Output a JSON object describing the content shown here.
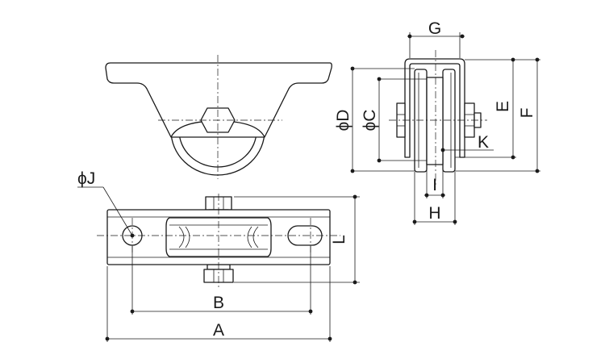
{
  "labels": {
    "A": "A",
    "B": "B",
    "phi_J": "ϕJ",
    "L": "L",
    "G": "G",
    "phi_D": "ϕD",
    "phi_C": "ϕC",
    "E": "E",
    "F": "F",
    "K": "K",
    "I": "I",
    "H": "H"
  }
}
